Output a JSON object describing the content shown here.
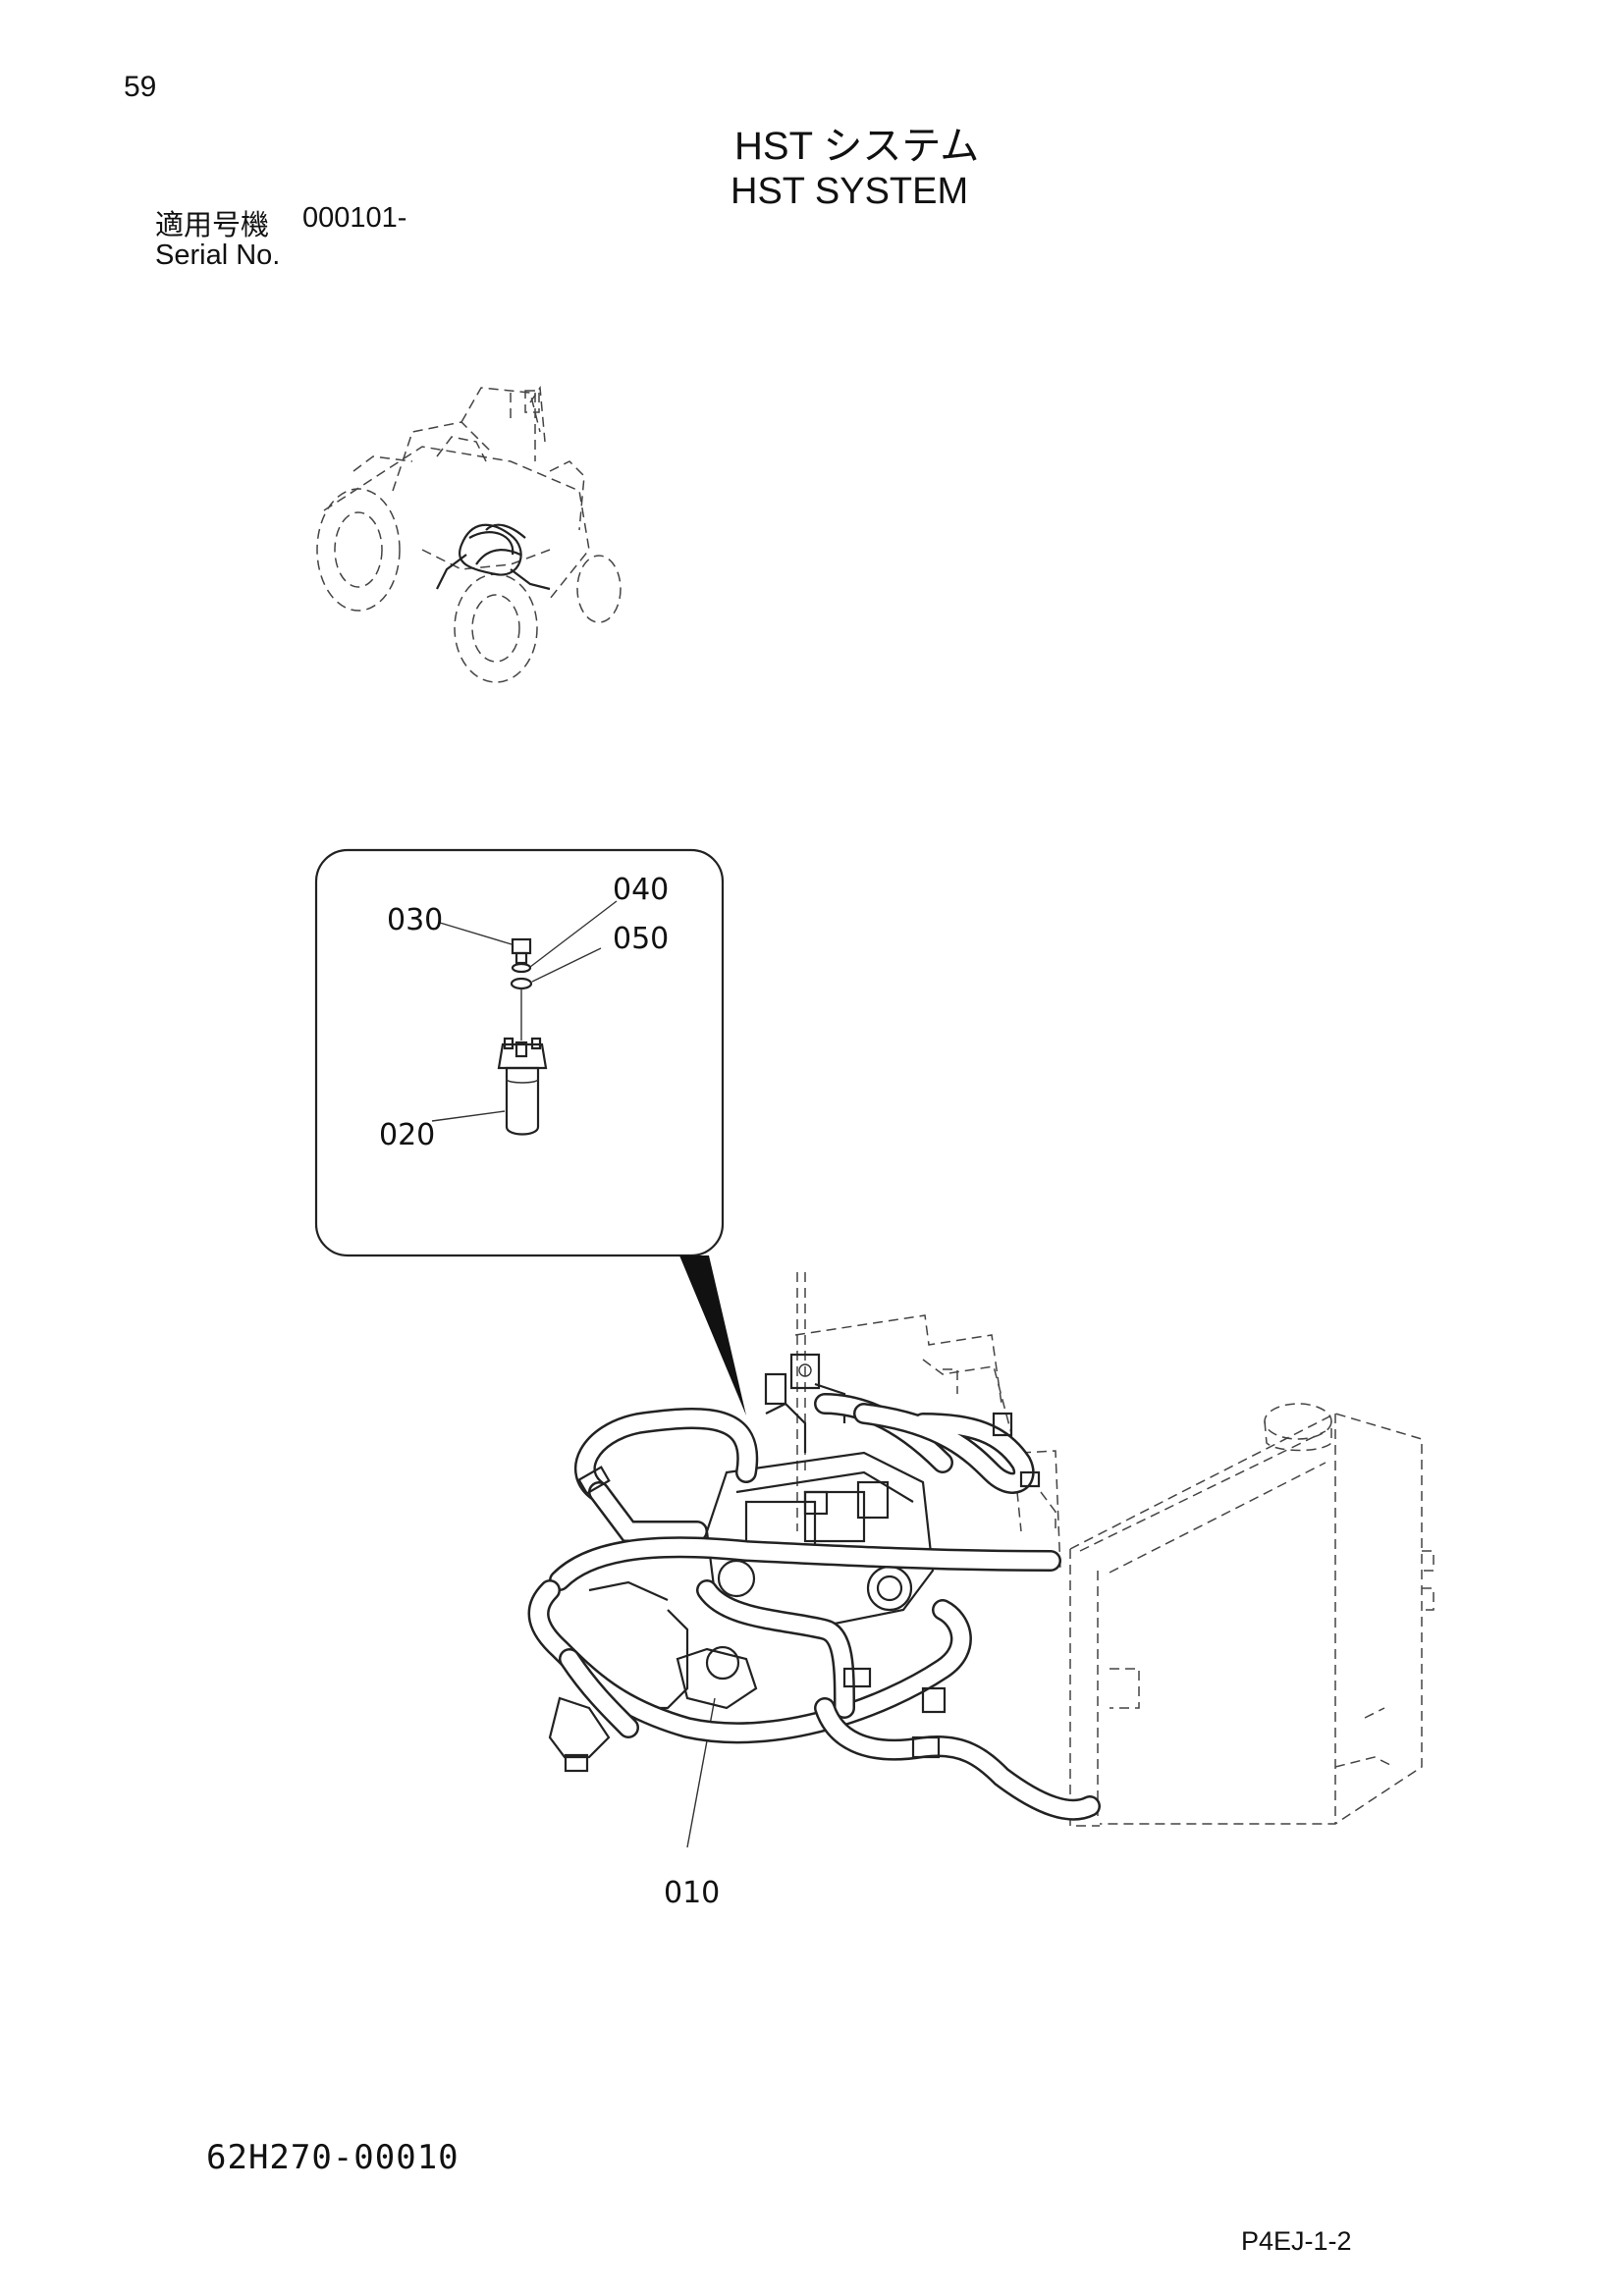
{
  "page": {
    "number": "59",
    "title_jp": "HST システム",
    "title_en": "HST SYSTEM",
    "serial_label_jp": "適用号機",
    "serial_value": "000101-",
    "serial_label_en": "Serial No.",
    "part_number": "62H270-00010",
    "page_code": "P4EJ-1-2"
  },
  "callouts": {
    "c010": "010",
    "c020": "020",
    "c030": "030",
    "c040": "040",
    "c050": "050"
  }
}
